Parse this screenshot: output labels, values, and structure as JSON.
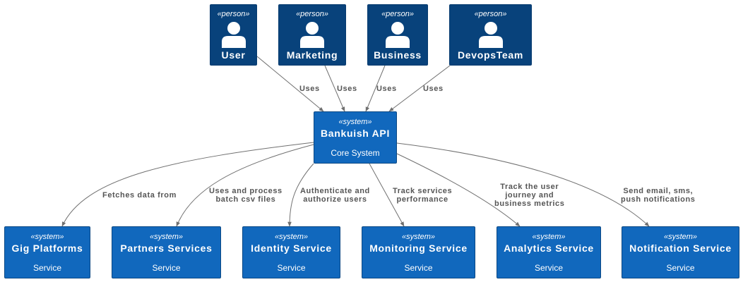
{
  "colors": {
    "person": "#08427b",
    "system": "#1168bd",
    "edge": "#707070",
    "label": "#555555"
  },
  "persons": [
    {
      "id": "user",
      "stereotype": "«person»",
      "name": "User",
      "icon": "person-icon"
    },
    {
      "id": "marketing",
      "stereotype": "«person»",
      "name": "Marketing",
      "icon": "person-icon"
    },
    {
      "id": "business",
      "stereotype": "«person»",
      "name": "Business",
      "icon": "person-icon"
    },
    {
      "id": "devops",
      "stereotype": "«person»",
      "name": "DevopsTeam",
      "icon": "person-icon"
    }
  ],
  "core": {
    "stereotype": "«system»",
    "name": "Bankuish API",
    "description": "Core System"
  },
  "services": [
    {
      "id": "gig",
      "stereotype": "«system»",
      "name": "Gig Platforms",
      "description": "Service"
    },
    {
      "id": "partners",
      "stereotype": "«system»",
      "name": "Partners Services",
      "description": "Service"
    },
    {
      "id": "identity",
      "stereotype": "«system»",
      "name": "Identity Service",
      "description": "Service"
    },
    {
      "id": "monitoring",
      "stereotype": "«system»",
      "name": "Monitoring Service",
      "description": "Service"
    },
    {
      "id": "analytics",
      "stereotype": "«system»",
      "name": "Analytics Service",
      "description": "Service"
    },
    {
      "id": "notification",
      "stereotype": "«system»",
      "name": "Notification Service",
      "description": "Service"
    }
  ],
  "relations": [
    {
      "id": "user-uses",
      "lines": [
        "Uses"
      ]
    },
    {
      "id": "marketing-uses",
      "lines": [
        "Uses"
      ]
    },
    {
      "id": "business-uses",
      "lines": [
        "Uses"
      ]
    },
    {
      "id": "devops-uses",
      "lines": [
        "Uses"
      ]
    },
    {
      "id": "gig-rel",
      "lines": [
        "Fetches data from"
      ]
    },
    {
      "id": "partners-rel",
      "lines": [
        "Uses and process",
        "batch csv files"
      ]
    },
    {
      "id": "identity-rel",
      "lines": [
        "Authenticate and",
        "authorize users"
      ]
    },
    {
      "id": "monitoring-rel",
      "lines": [
        "Track services",
        "performance"
      ]
    },
    {
      "id": "analytics-rel",
      "lines": [
        "Track the user",
        "journey and",
        "business metrics"
      ]
    },
    {
      "id": "notification-rel",
      "lines": [
        "Send email, sms,",
        "push notifications"
      ]
    }
  ]
}
